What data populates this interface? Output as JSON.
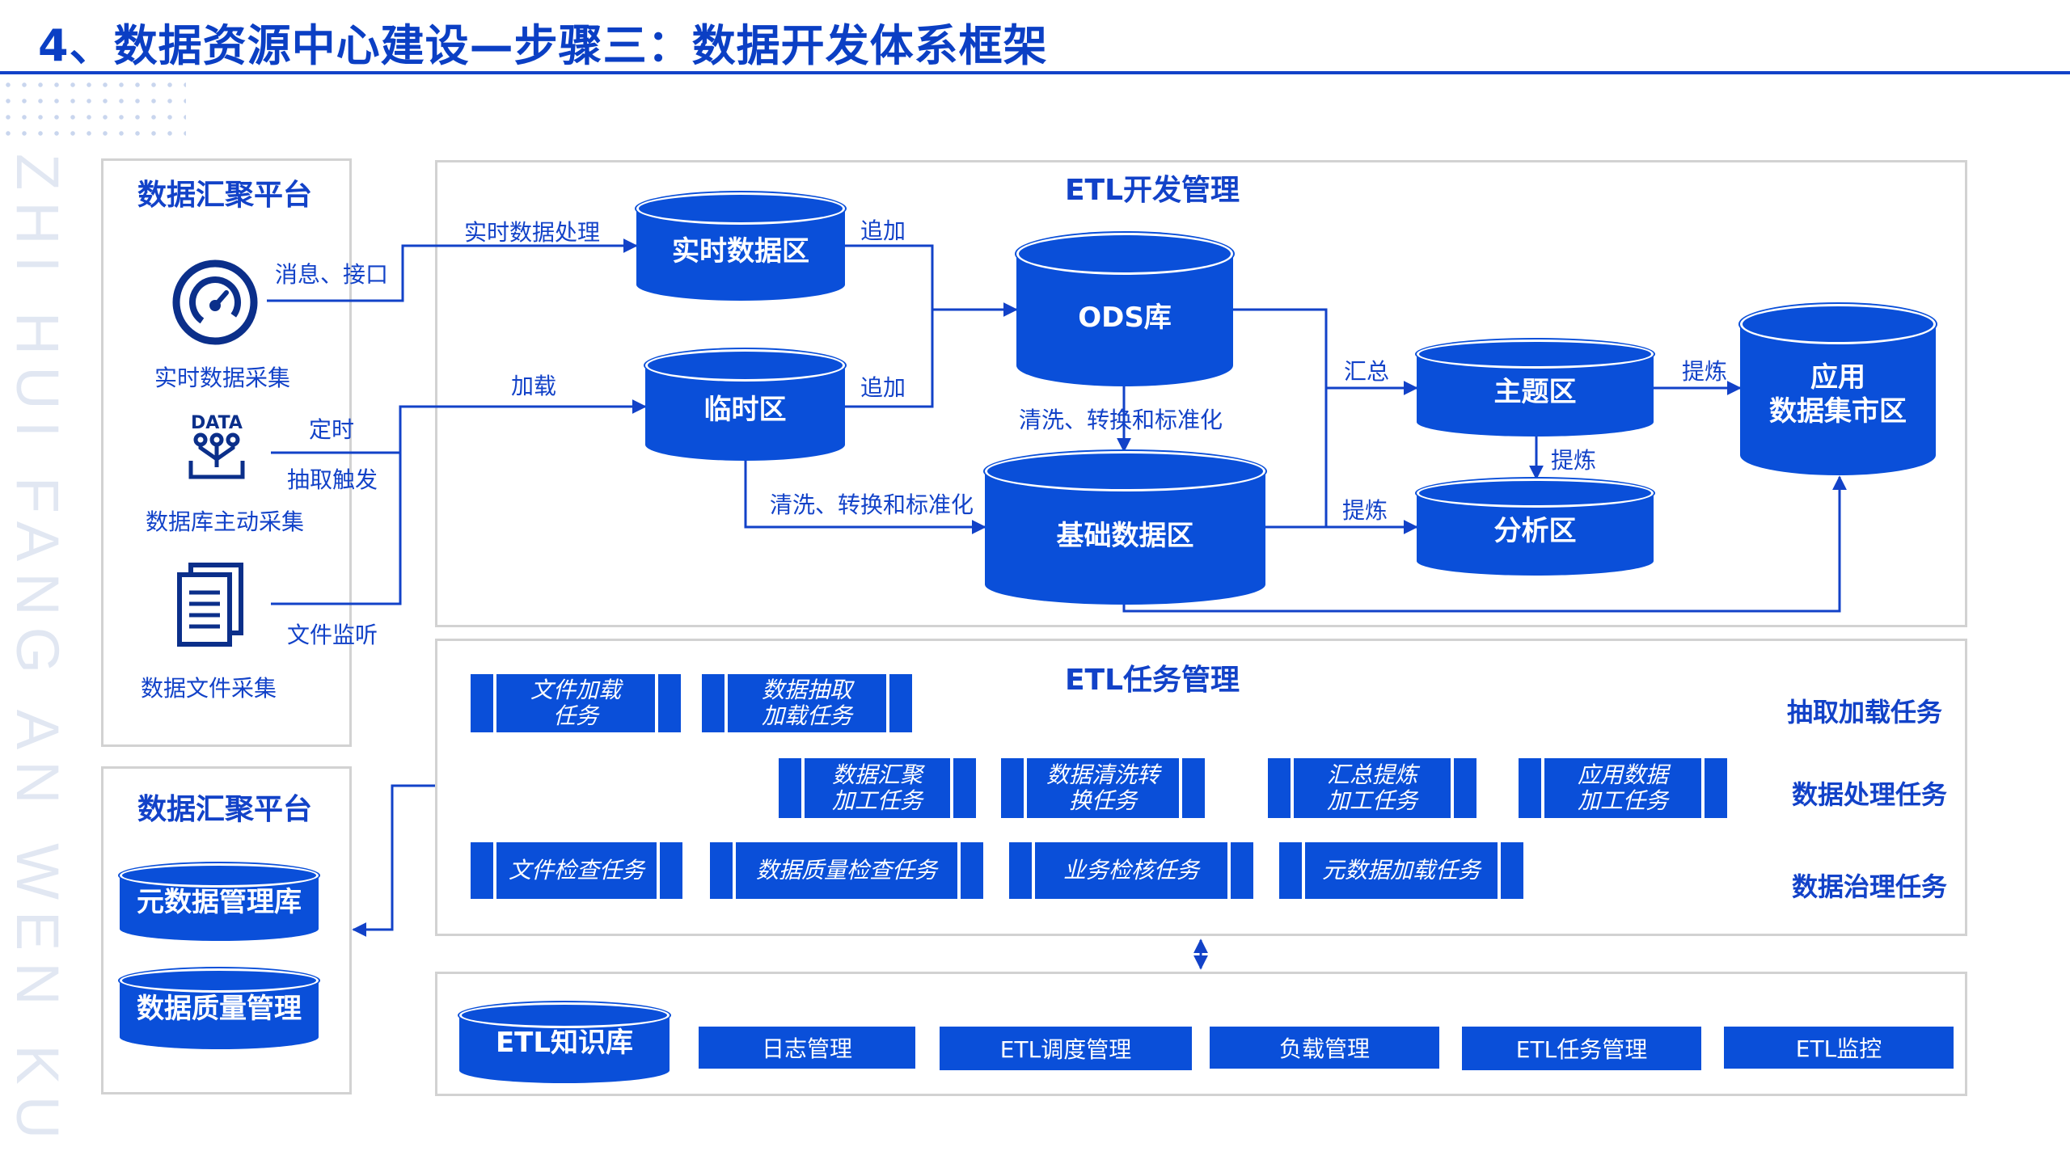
{
  "slide": {
    "title": "4、数据资源中心建设—步骤三：数据开发体系框架",
    "side_text": "ZHI HUI FANG AN WEN KU"
  },
  "left_top": {
    "title": "数据汇聚平台",
    "sources": [
      {
        "label": "实时数据采集",
        "icon": "gauge-icon"
      },
      {
        "label": "数据库主动采集",
        "icon": "database-data-icon",
        "icon_text": "DATA"
      },
      {
        "label": "数据文件采集",
        "icon": "document-icon"
      }
    ]
  },
  "left_bottom": {
    "title": "数据汇聚平台",
    "stores": [
      "元数据管理库",
      "数据质量管理"
    ]
  },
  "etl_dev": {
    "title": "ETL开发管理",
    "stores": {
      "realtime": "实时数据区",
      "temp": "临时区",
      "ods": "ODS库",
      "base": "基础数据区",
      "topic": "主题区",
      "analysis": "分析区",
      "mart": "应用\n数据集市区"
    },
    "edges": {
      "msg_api": "消息、接口",
      "realtime_proc": "实时数据处理",
      "load": "加载",
      "timed": "定时",
      "extract_trigger": "抽取触发",
      "file_watch": "文件监听",
      "append1": "追加",
      "append2": "追加",
      "clean1": "清洗、转换和标准化",
      "clean2": "清洗、转换和标准化",
      "summary": "汇总",
      "refine1": "提炼",
      "refine2": "提炼",
      "refine3": "提炼"
    }
  },
  "etl_task": {
    "title": "ETL任务管理",
    "rows": [
      {
        "category": "抽取加载任务",
        "tasks": [
          "文件加载\n任务",
          "数据抽取\n加载任务"
        ]
      },
      {
        "category": "数据处理任务",
        "tasks": [
          "数据汇聚\n加工任务",
          "数据清洗转\n换任务",
          "汇总提炼\n加工任务",
          "应用数据\n加工任务"
        ]
      },
      {
        "category": "数据治理任务",
        "tasks": [
          "文件检查任务",
          "数据质量检查任务",
          "业务检核任务",
          "元数据加载任务"
        ]
      }
    ]
  },
  "etl_bottom": {
    "knowledge_base": "ETL知识库",
    "modules": [
      "日志管理",
      "ETL调度管理",
      "负载管理",
      "ETL任务管理",
      "ETL监控"
    ]
  },
  "colors": {
    "primary": "#0a4fd9",
    "title": "#0b3fc4",
    "panel_border": "#d2d2d2"
  }
}
